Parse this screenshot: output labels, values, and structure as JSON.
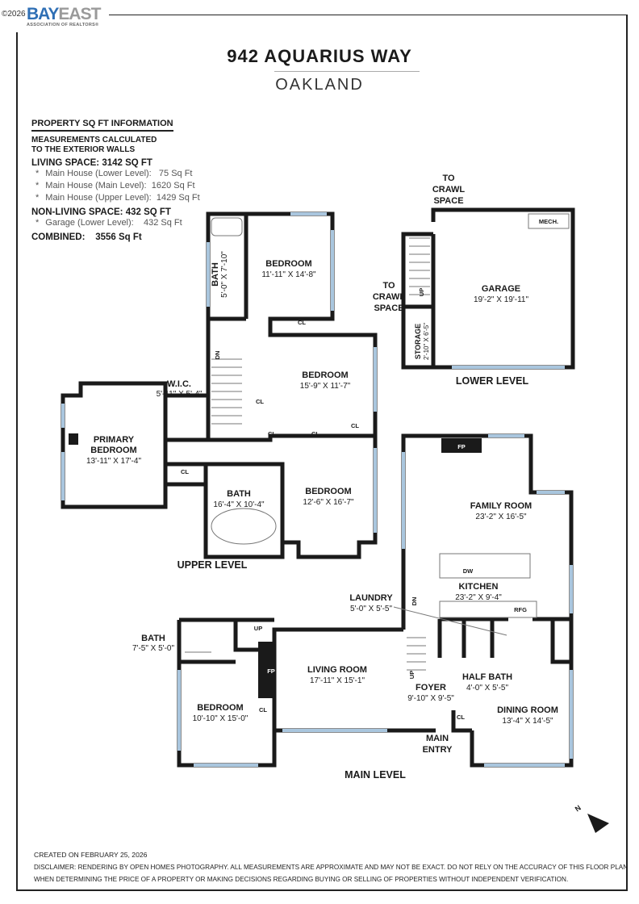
{
  "branding": {
    "copyright": "©2026",
    "logo_text_1": "BAY",
    "logo_text_2": "EAST",
    "logo_subtitle": "ASSOCIATION OF REALTORS®"
  },
  "header": {
    "address": "942 AQUARIUS WAY",
    "city": "OAKLAND"
  },
  "sqft_info": {
    "heading": "PROPERTY SQ FT INFORMATION",
    "note_1": "MEASUREMENTS CALCULATED",
    "note_2": "TO THE EXTERIOR WALLS",
    "living": "LIVING SPACE: 3142 SQ FT",
    "living_items": [
      {
        "label": "Main House (Lower Level):",
        "value": "75 Sq Ft"
      },
      {
        "label": "Main House (Main Level):",
        "value": "1620 Sq Ft"
      },
      {
        "label": "Main House (Upper Level):",
        "value": "1429 Sq Ft"
      }
    ],
    "non_living": "NON-LIVING SPACE: 432 SQ FT",
    "non_living_items": [
      {
        "label": "Garage (Lower Level):",
        "value": "432 Sq Ft"
      }
    ],
    "combined_label": "COMBINED:",
    "combined_value": "3556  Sq Ft",
    "bullet": "*"
  },
  "levels": {
    "upper": {
      "label": "UPPER LEVEL",
      "rooms": [
        {
          "name": "BEDROOM",
          "dim": "11'-11\" X 14'-8\""
        },
        {
          "name": "BEDROOM",
          "dim": "15'-9\" X 11'-7\""
        },
        {
          "name": "W.I.C.",
          "dim": "5'-11\" X 5'-4\""
        },
        {
          "name": "PRIMARY",
          "name2": "BEDROOM",
          "dim": "13'-11\" X 17'-4\""
        },
        {
          "name": "BATH",
          "dim": "16'-4\" X 10'-4\""
        },
        {
          "name": "BEDROOM",
          "dim": "12'-6\" X 16'-7\""
        },
        {
          "name": "BATH",
          "dim": "5'-0\" X 7'-10\""
        }
      ]
    },
    "lower": {
      "label": "LOWER LEVEL",
      "rooms": [
        {
          "name": "GARAGE",
          "dim": "19'-2\" X 19'-11\""
        },
        {
          "name": "STORAGE",
          "dim": "2'-10\" X 6'-5\""
        }
      ],
      "to_crawl_1": [
        "TO",
        "CRAWL",
        "SPACE"
      ],
      "to_crawl_2": [
        "TO",
        "CRAWL",
        "SPACE"
      ],
      "mech": "MECH."
    },
    "main": {
      "label": "MAIN LEVEL",
      "rooms": [
        {
          "name": "FAMILY ROOM",
          "dim": "23'-2\" X 16'-5\""
        },
        {
          "name": "KITCHEN",
          "dim": "23'-2\" X 9'-4\""
        },
        {
          "name": "LAUNDRY",
          "dim": "5'-0\" X 5'-5\""
        },
        {
          "name": "LIVING ROOM",
          "dim": "17'-11\" X 15'-1\""
        },
        {
          "name": "FOYER",
          "dim": "9'-10\" X 9'-5\""
        },
        {
          "name": "HALF BATH",
          "dim": "4'-0\" X 5'-5\""
        },
        {
          "name": "DINING ROOM",
          "dim": "13'-4\" X 14'-5\""
        },
        {
          "name": "BATH",
          "dim": "7'-5\" X 5'-0\""
        },
        {
          "name": "BEDROOM",
          "dim": "10'-10\" X 15'-0\""
        },
        {
          "name": "MAIN",
          "name2": "ENTRY"
        }
      ]
    }
  },
  "tags": {
    "cl": "CL",
    "fp": "FP",
    "dw": "DW",
    "rfg": "RFG",
    "up": "UP",
    "dn": "DN"
  },
  "compass": {
    "label": "N"
  },
  "footer": {
    "created": "CREATED ON FEBRUARY 25, 2026",
    "disclaimer_1": "DISCLAIMER: RENDERING BY OPEN HOMES PHOTOGRAPHY. ALL MEASUREMENTS ARE APPROXIMATE AND MAY NOT BE EXACT. DO NOT RELY ON THE ACCURACY OF THIS FLOOR PLAN",
    "disclaimer_2": "WHEN DETERMINING THE PRICE OF A PROPERTY OR MAKING DECISIONS REGARDING BUYING OR SELLING OF PROPERTIES WITHOUT INDEPENDENT VERIFICATION."
  },
  "colors": {
    "wall": "#1a1a1a",
    "window": "#a9c6de",
    "logo_blue": "#2f6fb5",
    "logo_gray": "#9a9a9a"
  }
}
